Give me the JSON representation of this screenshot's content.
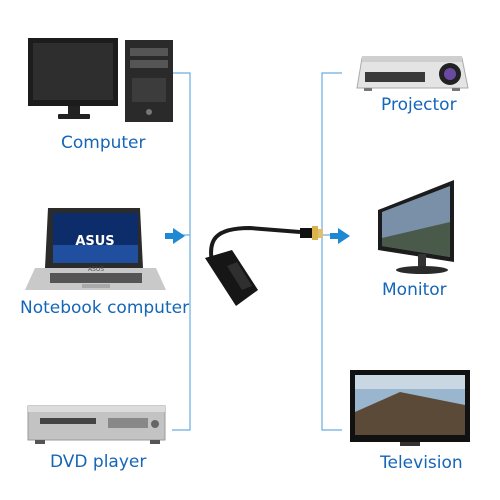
{
  "sources": [
    {
      "id": "computer",
      "label": "Computer",
      "icon": "desktop-computer-icon"
    },
    {
      "id": "notebook",
      "label": "Notebook computer",
      "icon": "laptop-icon",
      "screen_brand": "ASUS",
      "base_brand": "ASUS"
    },
    {
      "id": "dvd",
      "label": "DVD player",
      "icon": "dvd-player-icon"
    }
  ],
  "adapter": {
    "icon": "mini-displayport-to-hdmi-adapter-icon"
  },
  "outputs": [
    {
      "id": "projector",
      "label": "Projector",
      "icon": "projector-icon"
    },
    {
      "id": "monitor",
      "label": "Monitor",
      "icon": "monitor-icon"
    },
    {
      "id": "television",
      "label": "Television",
      "icon": "television-icon"
    }
  ],
  "colors": {
    "label": "#1565b8",
    "connector_line": "#6aaee0",
    "arrow": "#1e88d2",
    "device_dark": "#222222"
  }
}
